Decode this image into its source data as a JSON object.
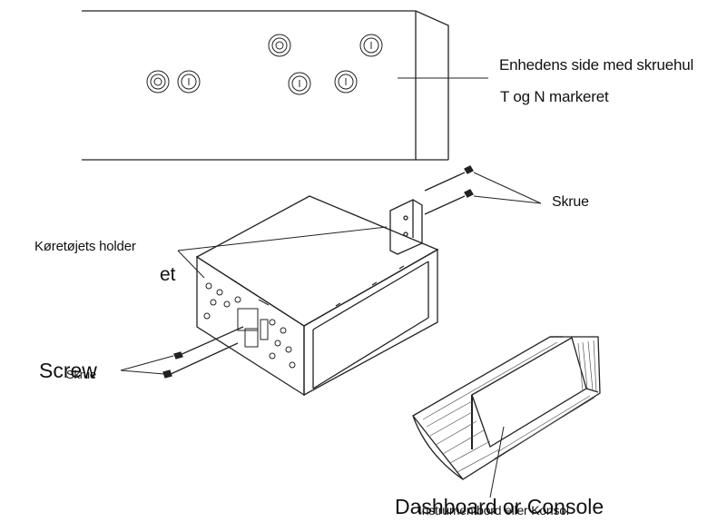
{
  "labels": {
    "unit_side": "Enhedens side med skruehul",
    "t_and_n": "T og N markeret",
    "screw_right": "Skrue",
    "vehicle_holder": "Køretøjets holder",
    "holder_suffix": "et",
    "screw_left_en": "Screw",
    "screw_left_da": "Skrue",
    "dashboard_en": "Dashboard or Console",
    "dashboard_da": "Instrumentbord eller Konsol"
  },
  "colors": {
    "line": "#222222",
    "hatch": "#555555",
    "background": "#ffffff"
  }
}
